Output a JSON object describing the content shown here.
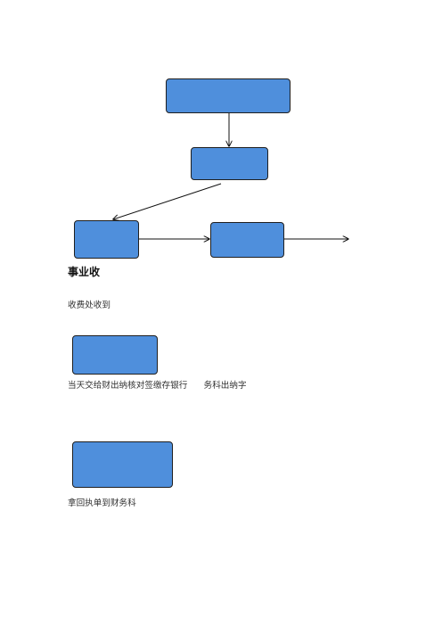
{
  "document": {
    "heading": "事业收",
    "captions": [
      "收费处收到",
      "当天交给财出纳核对签缴存银行      务科出纳字",
      "拿回执单到财务科"
    ]
  },
  "flowchart": {
    "box_fill": "#4f8fdc",
    "box_border": "#1f1f1f",
    "line_color": "#111111",
    "nodes": [
      "box-top",
      "box-middle",
      "box-lower-left",
      "box-lower-right"
    ],
    "edges": [
      {
        "from": "box-top",
        "to": "box-middle"
      },
      {
        "from": "box-middle",
        "to": "box-lower-left"
      },
      {
        "from": "box-lower-left",
        "to": "box-lower-right"
      },
      {
        "from": "box-lower-right",
        "to": "off-page-right"
      }
    ]
  }
}
